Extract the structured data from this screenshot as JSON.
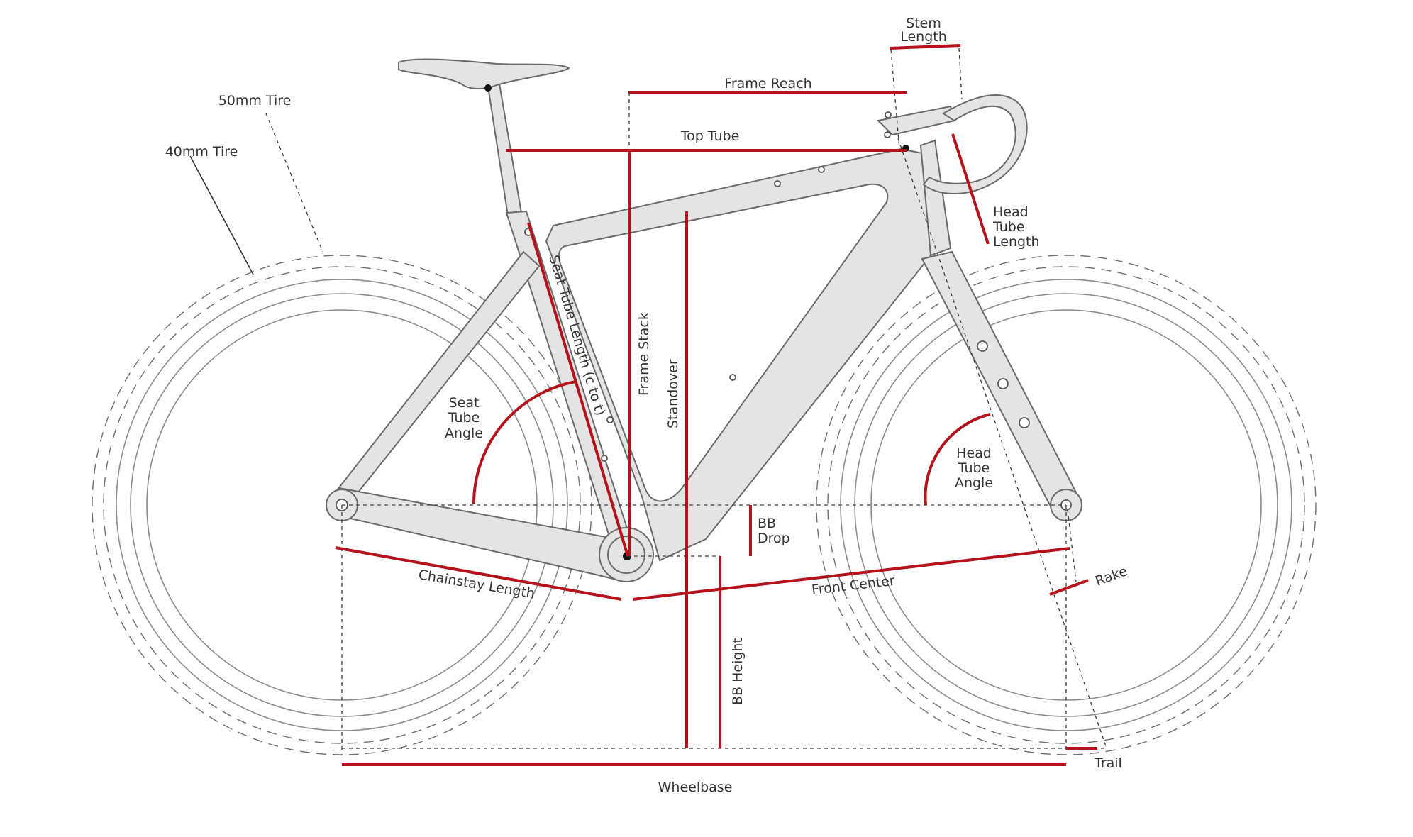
{
  "colors": {
    "measurement": "#b5121b",
    "frame_fill": "#e4e4e4",
    "outline": "#6a6a6a",
    "text": "#333333"
  },
  "labels": {
    "stem_length": [
      "Stem",
      "Length"
    ],
    "frame_reach": "Frame Reach",
    "top_tube": "Top Tube",
    "tire_50": "50mm Tire",
    "tire_40": "40mm Tire",
    "head_tube_length": [
      "Head",
      "Tube",
      "Length"
    ],
    "seat_tube_length": "Seat Tube Length (c to t)",
    "frame_stack": "Frame Stack",
    "standover": "Standover",
    "seat_tube_angle": [
      "Seat",
      "Tube",
      "Angle"
    ],
    "head_tube_angle": [
      "Head",
      "Tube",
      "Angle"
    ],
    "bb_drop": [
      "BB",
      "Drop"
    ],
    "chainstay_length": "Chainstay Length",
    "front_center": "Front Center",
    "rake": "Rake",
    "bb_height": "BB Height",
    "trail": "Trail",
    "wheelbase": "Wheelbase"
  }
}
